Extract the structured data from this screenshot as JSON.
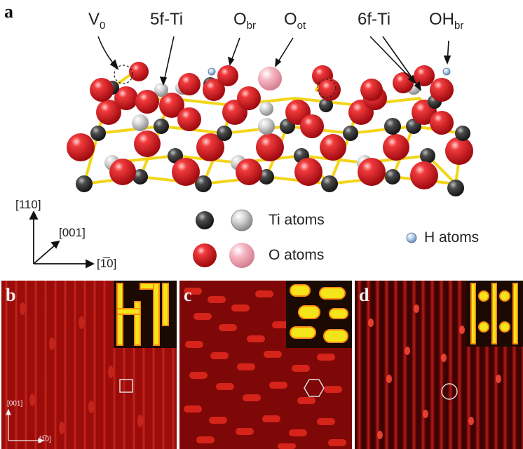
{
  "panels": {
    "a": "a",
    "b": "b",
    "c": "c",
    "d": "d"
  },
  "structure_labels": {
    "v0": {
      "main": "V",
      "sub": "0"
    },
    "ti5f": {
      "main": "5f-Ti",
      "sub": ""
    },
    "obr": {
      "main": "O",
      "sub": "br"
    },
    "oot": {
      "main": "O",
      "sub": "ot"
    },
    "ti6f": {
      "main": "6f-Ti",
      "sub": ""
    },
    "ohbr": {
      "main": "OH",
      "sub": "br"
    }
  },
  "legend": {
    "ti": "Ti atoms",
    "o": "O atoms",
    "h": "H atoms"
  },
  "axes": {
    "z": "[110]",
    "y": "[001]",
    "x": "[1̅0]"
  },
  "stm_axes": {
    "y": "[001]",
    "x": "[1̅0]"
  },
  "colors": {
    "oxygen": "#e8262b",
    "oxygen_top": "#f4a9b6",
    "ti_dark": "#3a3a3a",
    "ti_light": "#c9c9c9",
    "hydrogen": "#a9c7e6",
    "bond": "#f2d51a",
    "stm_bg": "#a30d0b",
    "inset_yellow": "#f4e51b"
  }
}
